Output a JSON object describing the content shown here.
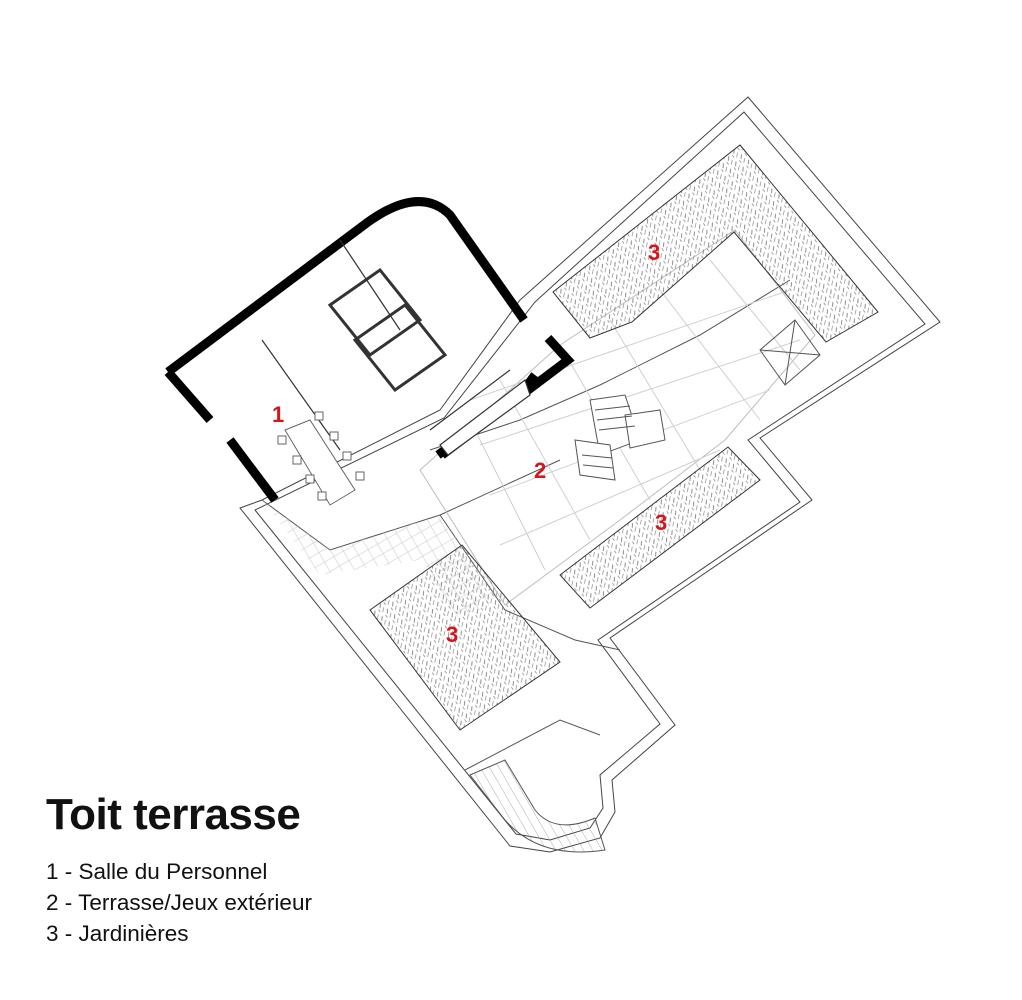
{
  "title": "Toit terrasse",
  "legend": [
    "1 - Salle du Personnel",
    "2 - Terrasse/Jeux extérieur",
    "3 - Jardinières"
  ],
  "labels": {
    "salle": "1",
    "terrasse": "2",
    "jardiniere_top": "3",
    "jardiniere_mid": "3",
    "jardiniere_bottom": "3"
  },
  "colors": {
    "label_red": "#d4161b",
    "wall": "#000000",
    "line": "#444444"
  }
}
